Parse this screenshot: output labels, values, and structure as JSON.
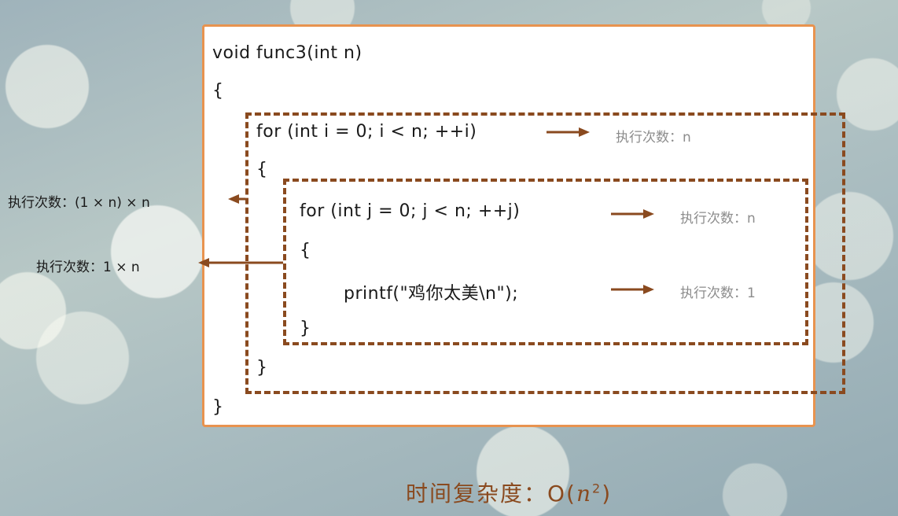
{
  "code_lines": {
    "signature": "void func3(int n)",
    "open_brace": "{",
    "outer_for": "for (int i = 0; i < n; ++i)",
    "outer_open": "{",
    "inner_for": "for (int j = 0; j < n; ++j)",
    "inner_open": "{",
    "printf": "printf(\"鸡你太美\\n\");",
    "inner_close": "}",
    "outer_close": "}",
    "close_brace": "}"
  },
  "annotations": {
    "outer_for_count": "执行次数：n",
    "inner_for_count": "执行次数：n",
    "printf_count": "执行次数：1",
    "outer_body_count": "执行次数：(1 × n) × n",
    "inner_body_count": "执行次数：1 × n"
  },
  "result": {
    "label": "时间复杂度：",
    "expr_prefix": "O(",
    "expr_var": "n",
    "expr_exp": "2",
    "expr_suffix": ")"
  },
  "colors": {
    "frame_border": "#e8934f",
    "dash_border": "#8a4a1f",
    "arrow": "#8a4a1f"
  }
}
